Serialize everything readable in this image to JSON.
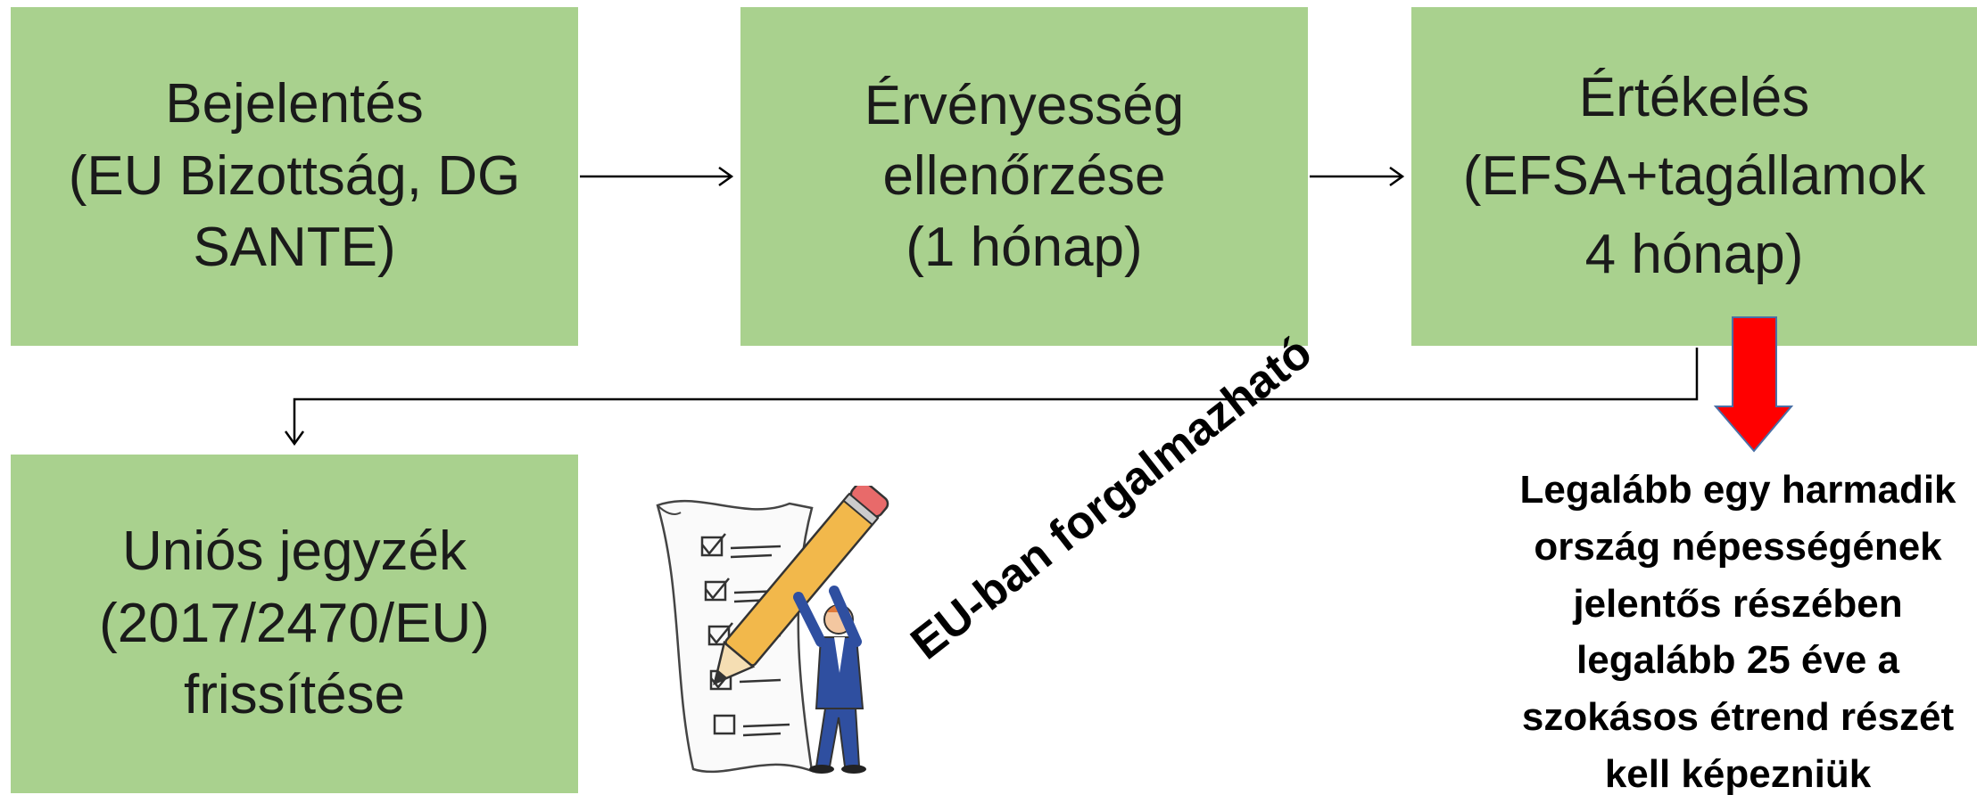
{
  "steps": [
    {
      "lines": [
        "Bejelentés",
        "(EU Bizottság, DG",
        "SANTE)"
      ]
    },
    {
      "lines": [
        "Érvényesség",
        "ellenőrzése",
        "(1 hónap)"
      ]
    },
    {
      "lines": [
        "Értékelés",
        "(EFSA+tagállamok",
        "4 hónap)"
      ]
    },
    {
      "lines": [
        "Uniós jegyzék",
        "(2017/2470/EU)",
        "frissítése"
      ]
    }
  ],
  "condition_note": {
    "lines": [
      "Legalább egy harmadik",
      "ország népességének",
      "jelentős részében",
      "legalább 25 éve a",
      "szokásos étrend részét",
      "kell képezniük"
    ]
  },
  "diagonal_label": "EU-ban forgalmazható",
  "colors": {
    "box_fill": "#a9d18e",
    "alert_arrow": "#ff0000",
    "connector": "#000000"
  },
  "icons": [
    "checklist-pencil-man-illustration",
    "red-down-arrow"
  ]
}
